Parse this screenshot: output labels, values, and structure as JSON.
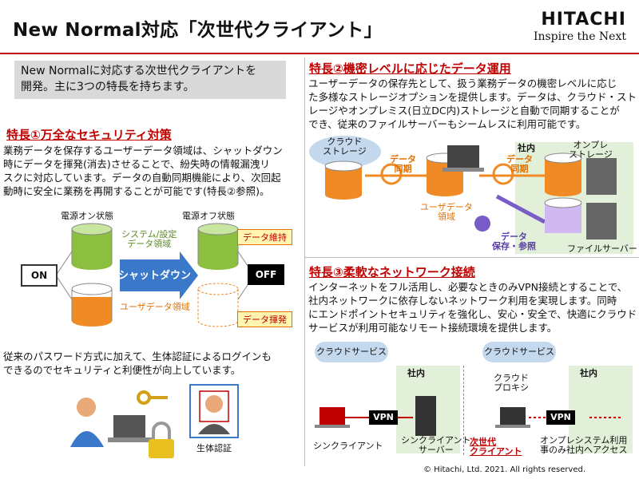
{
  "header": {
    "title": "New Normal対応「次世代クライアント」",
    "brand": "HITACHI",
    "tagline": "Inspire the Next"
  },
  "intro": {
    "text1": " New Normalに対応する次世代クライアントを",
    "text2": "開発。主に3つの特長を持ちます。"
  },
  "feature1": {
    "title": "特長①万全なセキュリティ対策",
    "body": [
      "  業務データを保存するユーザーデータ領域は、シャットダウン",
      "時にデータを揮発(消去)させることで、紛失時の情報漏洩リ",
      "スクに対応しています。データの自動同期機能により、次回起",
      "動時に安全に業務を再開することが可能です(特長②参照)。"
    ],
    "diagram": {
      "power_on": "電源オン状態",
      "power_off": "電源オフ状態",
      "system_area": "システム/設定\nデータ領域",
      "user_area": "ユーザデータ領域",
      "shutdown": "シャットダウン",
      "on": "ON",
      "off": "OFF",
      "keep": "データ維持",
      "erase": "データ揮発"
    },
    "auth_text": [
      "  従来のパスワード方式に加えて、生体認証によるログインも",
      "できるのでセキュリティと利便性が向上しています。"
    ],
    "biometric": "生体認証"
  },
  "feature2": {
    "title": "特長②機密レベルに応じたデータ運用",
    "body": [
      "  ユーザーデータの保存先として、扱う業務データの機密レベルに応じ",
      "た多様なストレージオプションを提供します。データは、クラウド・スト",
      "レージやオンプレミス(日立DC内)ストレージと自動で同期することが",
      "でき、従来のファイルサーバーもシームレスに利用可能です。"
    ],
    "diagram": {
      "cloud_storage": "クラウド\nストレージ",
      "sync1": "データ\n同期",
      "sync2": "データ\n同期",
      "internal": "社内",
      "onprem": "オンプレ\nストレージ",
      "user_area": "ユーザデータ\n領域",
      "save_ref": "データ\n保存・参照",
      "file_server": "ファイルサーバー"
    }
  },
  "feature3": {
    "title": "特長③柔軟なネットワーク接続",
    "body": [
      "  インターネットをフル活用し、必要なときのみVPN接続とすることで、",
      "社内ネットワークに依存しないネットワーク利用を実現します。同時",
      "にエンドポイントセキュリティを強化し、安心・安全で、快適にクラウド",
      "サービスが利用可能なリモート接続環境を提供します。"
    ],
    "diagram": {
      "cloud_service1": "クラウドサービス",
      "cloud_service2": "クラウドサービス",
      "internal1": "社内",
      "internal2": "社内",
      "vpn1": "VPN",
      "vpn2": "VPN",
      "thin_client": "シンクライアント",
      "thin_server": "シンクライアント\nサーバー",
      "proxy": "クラウド\nプロキシ",
      "next_client": "次世代\nクライアント",
      "onprem_access": "オンプレシステム利用\n事のみ社内へアクセス"
    }
  },
  "footer": {
    "copyright": "© Hitachi, Ltd. 2021.  All rights reserved."
  },
  "colors": {
    "accent": "#c00000",
    "orange": "#f08a24",
    "green": "#8cbf3f",
    "purple": "#7a5cc8"
  }
}
